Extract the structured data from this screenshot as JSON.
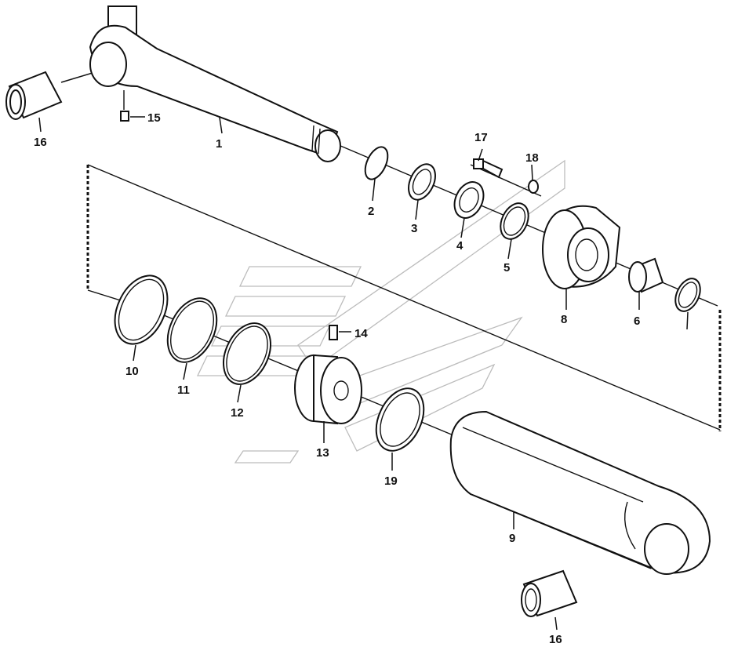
{
  "labels": {
    "p1": "1",
    "p2": "2",
    "p3": "3",
    "p4": "4",
    "p5": "5",
    "p6": "6",
    "p8": "8",
    "p9": "9",
    "p10": "10",
    "p11": "11",
    "p12": "12",
    "p13": "13",
    "p14": "14",
    "p15": "15",
    "p16a": "16",
    "p16b": "16",
    "p17": "17",
    "p18": "18",
    "p19": "19"
  }
}
